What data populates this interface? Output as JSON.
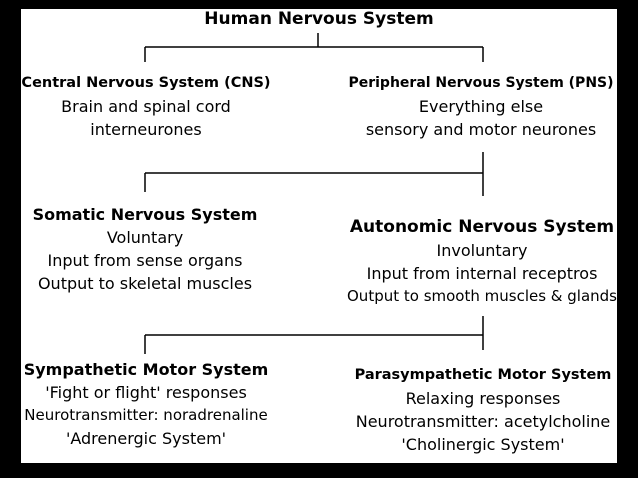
{
  "colors": {
    "background": "#000000",
    "panel": "#ffffff",
    "text": "#000000",
    "connector": "#000000"
  },
  "root": {
    "title": "Human Nervous System"
  },
  "cns": {
    "title": "Central Nervous System (CNS)",
    "lines": [
      "Brain and spinal cord",
      "interneurones"
    ]
  },
  "pns": {
    "title": "Peripheral Nervous System (PNS)",
    "lines": [
      "Everything else",
      "sensory and motor neurones"
    ]
  },
  "somatic": {
    "title": "Somatic Nervous System",
    "lines": [
      "Voluntary",
      "Input from sense organs",
      "Output to skeletal muscles"
    ]
  },
  "autonomic": {
    "title": "Autonomic Nervous System",
    "lines": [
      "Involuntary",
      "Input from internal receptros",
      "Output to smooth muscles & glands"
    ]
  },
  "sympathetic": {
    "title": "Sympathetic Motor System",
    "lines": [
      "'Fight or flight' responses",
      "Neurotransmitter: noradrenaline",
      "'Adrenergic System'"
    ]
  },
  "parasympathetic": {
    "title": "Parasympathetic Motor System",
    "lines": [
      "Relaxing responses",
      "Neurotransmitter: acetylcholine",
      "'Cholinergic System'"
    ]
  }
}
